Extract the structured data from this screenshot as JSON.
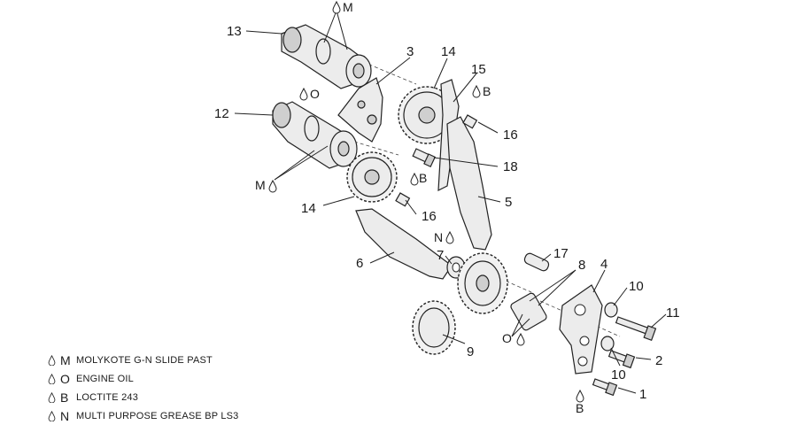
{
  "callouts": {
    "n1": "1",
    "n2": "2",
    "n3": "3",
    "n4": "4",
    "n5": "5",
    "n6": "6",
    "n7": "7",
    "n8": "8",
    "n9": "9",
    "n10a": "10",
    "n10b": "10",
    "n11": "11",
    "n12": "12",
    "n13": "13",
    "n14a": "14",
    "n14b": "14",
    "n15": "15",
    "n16a": "16",
    "n16b": "16",
    "n17": "17",
    "n18": "18"
  },
  "markers": {
    "m_top": "M",
    "o_upper": "O",
    "m_left": "M",
    "b_upper": "B",
    "b_mid": "B",
    "n_mid": "N",
    "o_lower": "O",
    "b_bottom": "B"
  },
  "legend": [
    {
      "code": "M",
      "text": "MOLYKOTE G-N SLIDE PAST"
    },
    {
      "code": "O",
      "text": "ENGINE OIL"
    },
    {
      "code": "B",
      "text": "LOCTITE 243"
    },
    {
      "code": "N",
      "text": "MULTI PURPOSE GREASE BP LS3"
    }
  ]
}
